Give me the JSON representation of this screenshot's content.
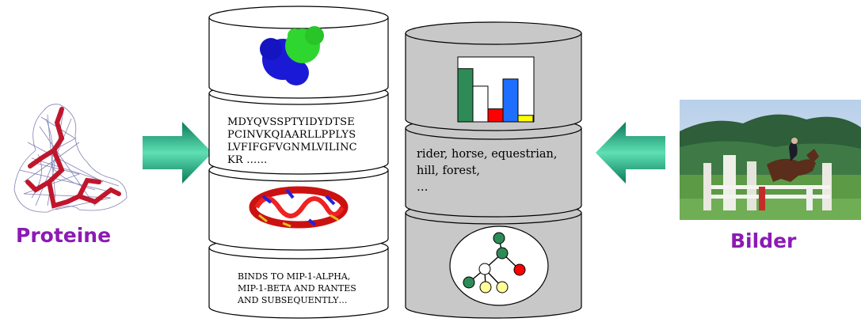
{
  "left_label": "Proteine",
  "right_label": "Bilder",
  "protein_db": {
    "sequence_lines": [
      "MDYQVSSPTYIDYDTSE",
      "PCINVKQIAARLLPPLYS",
      "LVFIFGFVGNMLVILINC",
      "KR ……"
    ],
    "annotation_lines": [
      "BINDS TO MIP-1-ALPHA,",
      "MIP-1-BETA AND RANTES",
      "AND SUBSEQUENTLY…"
    ]
  },
  "image_db": {
    "keyword_lines": [
      "rider, horse, equestrian,",
      "hill, forest,",
      "…"
    ],
    "histogram": {
      "values": [
        0.82,
        0.55,
        0.2,
        0.66,
        0.1
      ],
      "colors": [
        "#2e8b57",
        "#ffffff",
        "#ff0000",
        "#1e6fff",
        "#ffff00"
      ]
    },
    "tree_nodes": [
      "#2e8b57",
      "#2e8b57",
      "#ffffff",
      "#ff0000",
      "#2e8b57",
      "#ffff99",
      "#ffff99"
    ]
  },
  "colors": {
    "cylinder_white_fill": "#ffffff",
    "cylinder_gray_fill": "#c8c8c8",
    "arrow_dark": "#0a7a5a",
    "arrow_light": "#5fe0b4",
    "label_purple": "#8c1ab4"
  }
}
